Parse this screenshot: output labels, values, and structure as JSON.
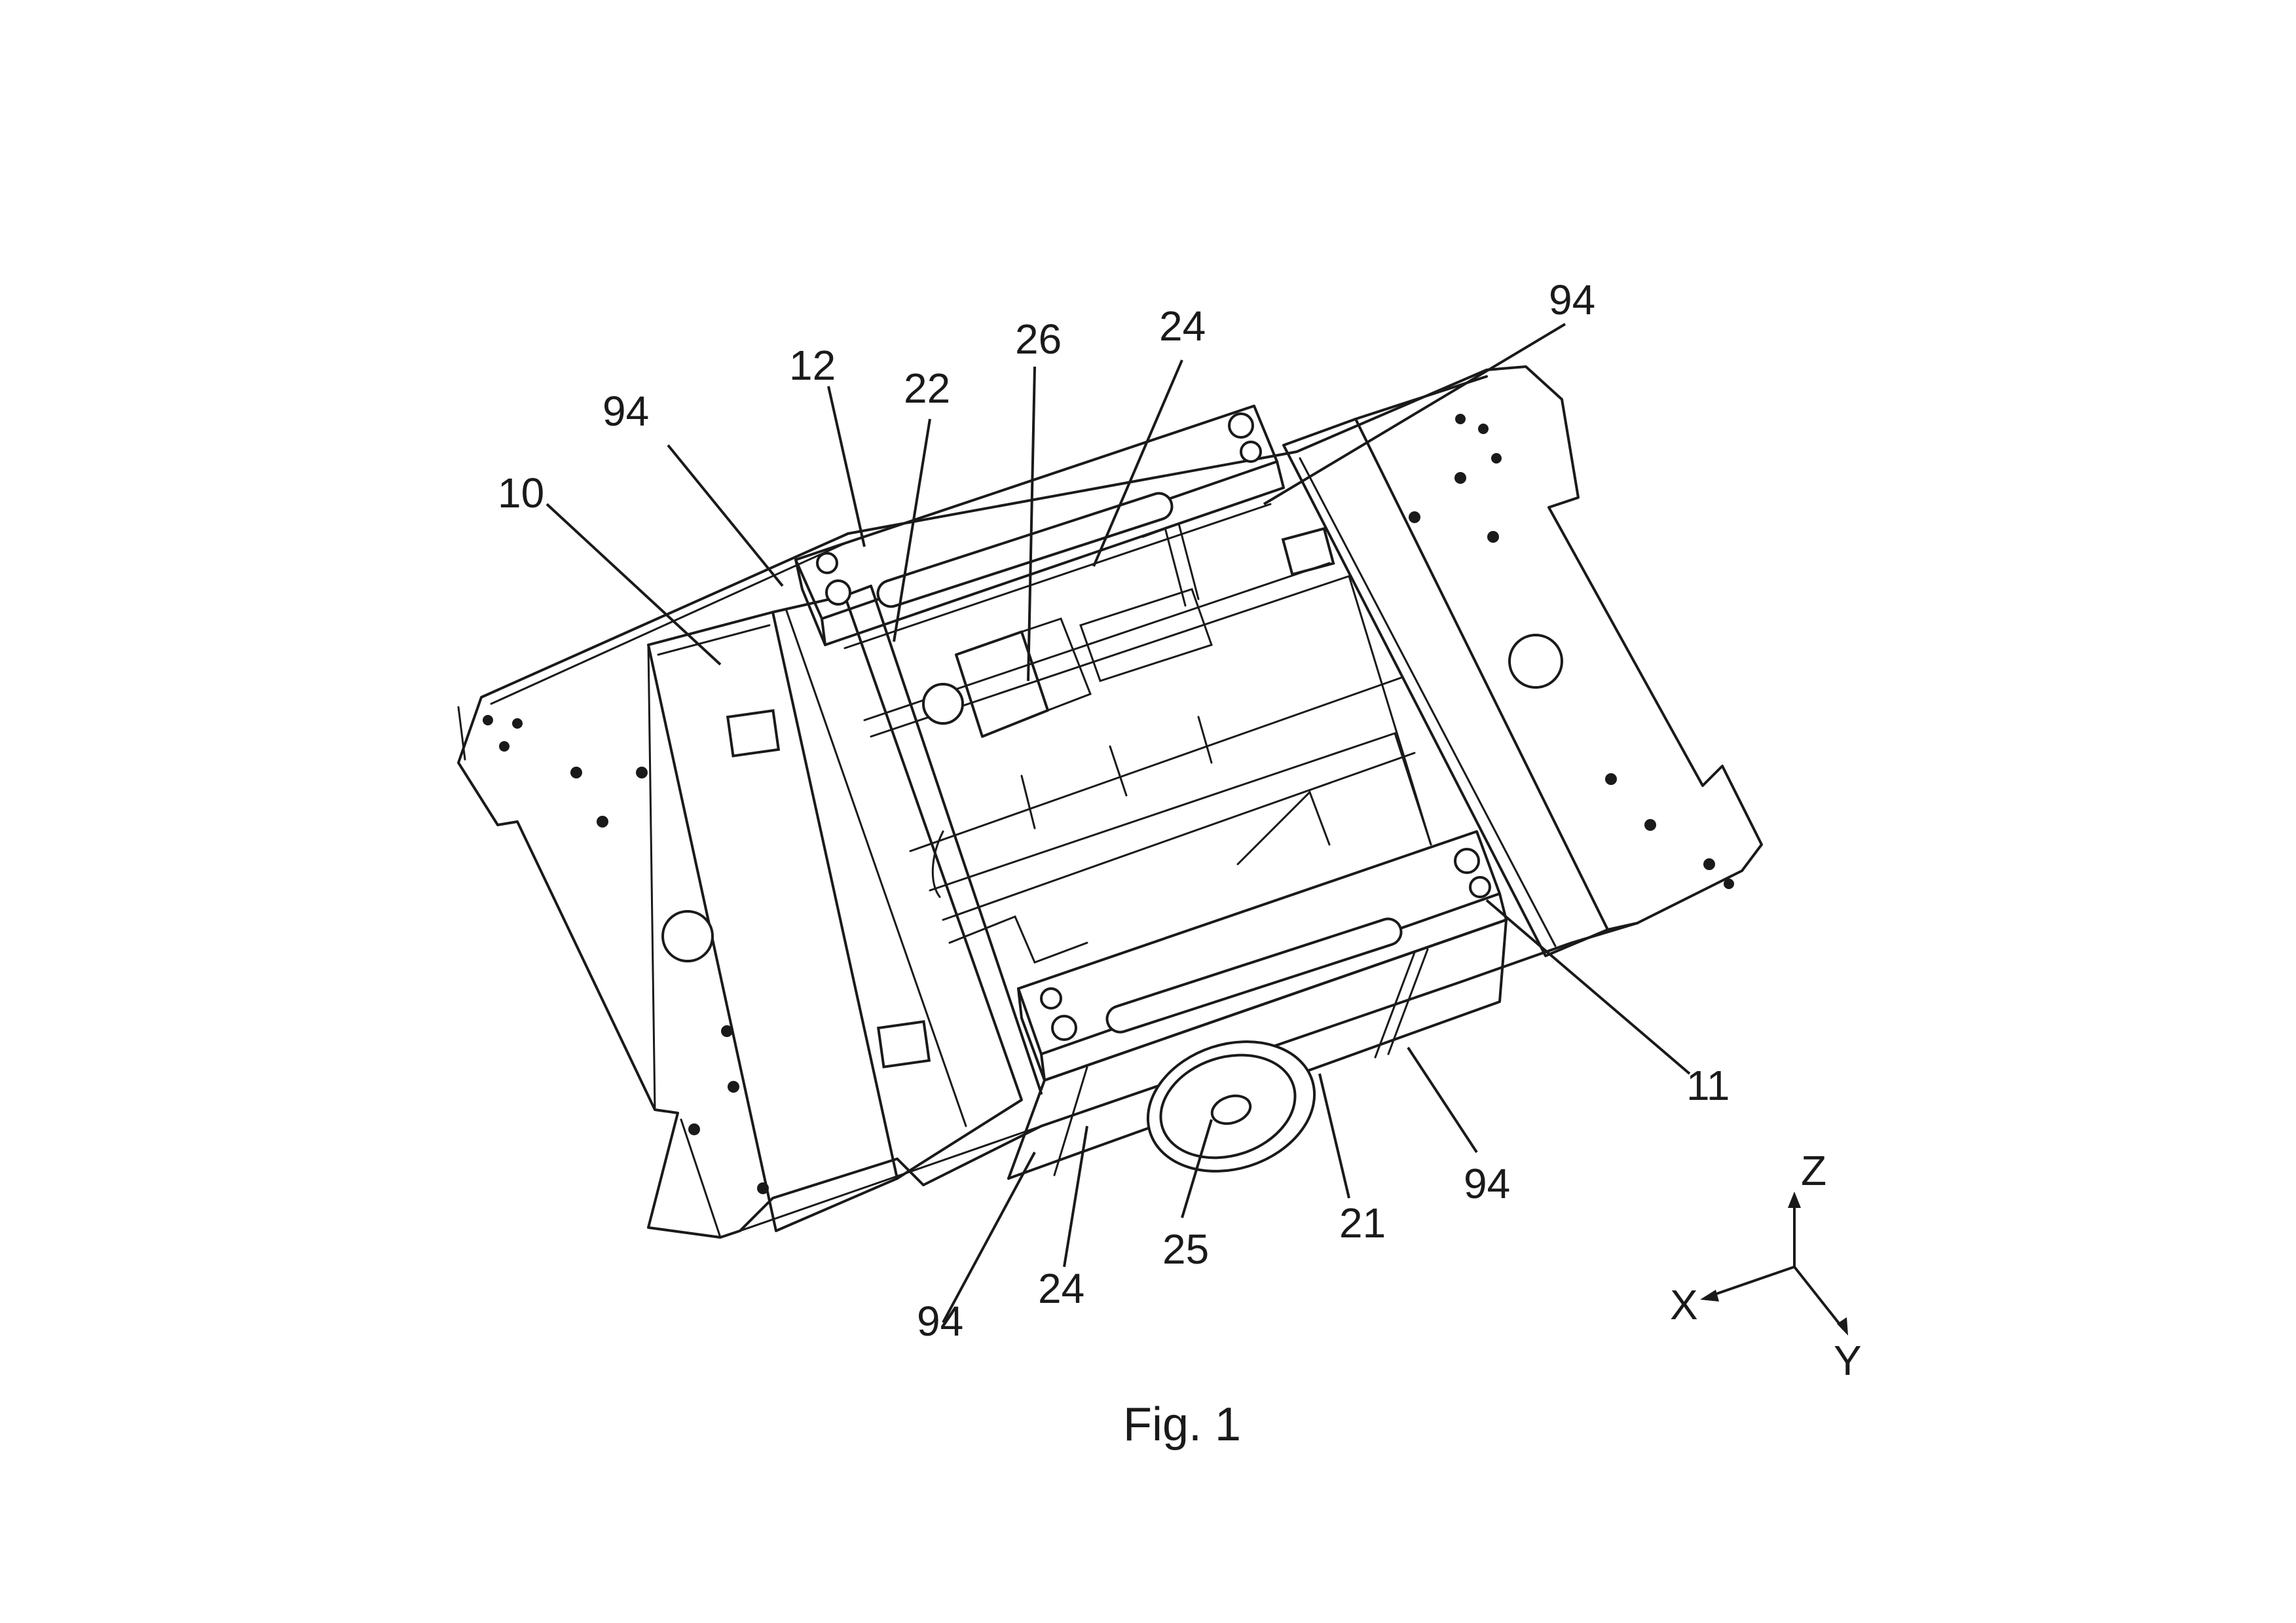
{
  "figure": {
    "caption": "Fig. 1",
    "labels": {
      "l10": "10",
      "l94_left": "94",
      "l12": "12",
      "l22": "22",
      "l26": "26",
      "l24_top": "24",
      "l94_top": "94",
      "l11": "11",
      "l94_right": "94",
      "l21": "21",
      "l25": "25",
      "l24_bottom": "24",
      "l94_bottom": "94"
    },
    "axes": {
      "z": "Z",
      "x": "X",
      "y": "Y"
    }
  }
}
